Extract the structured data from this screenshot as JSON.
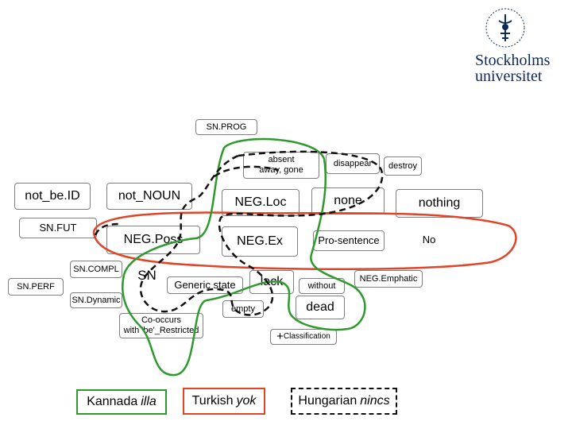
{
  "logo": {
    "name": "Stockholms universitet seal",
    "line1": "Stockholms",
    "line2": "universitet",
    "color": "#0d2a5c"
  },
  "nodes": {
    "sn_prog": "SN.PROG",
    "absent": "absent\naway, gone",
    "disappear": "disappear",
    "destroy": "destroy",
    "not_be_id": "not_be.ID",
    "not_noun": "not_NOUN",
    "neg_loc": "NEG.Loc",
    "none": "none",
    "nothing": "nothing",
    "sn_fut": "SN.FUT",
    "neg_poss": "NEG.Poss",
    "neg_ex": "NEG.Ex",
    "pro_sentence": "Pro-sentence",
    "no": "No",
    "sn_compl": "SN.COMPL",
    "sn_perf": "SN.PERF",
    "sn": "SN",
    "generic_state": "Generic state",
    "lack": "lack",
    "without": "without",
    "neg_emphatic": "NEG.Emphatic",
    "sn_dynamic": "SN.Dynamic",
    "empty": "empty",
    "dead": "dead",
    "co_occurs": "Co-occurs\nwith 'be'_Restricted",
    "classification_plus": "+",
    "classification": "Classification"
  },
  "legend": {
    "kannada": {
      "prefix": "Kannada",
      "word": "illa",
      "color": "#2e9a2e",
      "style": "solid"
    },
    "turkish": {
      "prefix": "Turkish",
      "word": "yok",
      "color": "#e0452a",
      "style": "solid"
    },
    "hungarian": {
      "prefix": "Hungarian",
      "word": "nincs",
      "color": "#111111",
      "style": "dashed"
    }
  }
}
